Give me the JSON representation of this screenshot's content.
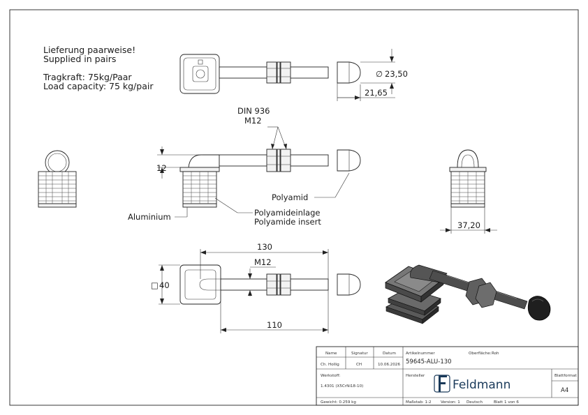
{
  "notes": {
    "line1": "Lieferung paarweise!",
    "line2": "Supplied in pairs",
    "line3": "Tragkraft: 75kg/Paar",
    "line4": "Load capacity: 75 kg/pair"
  },
  "dimensions": {
    "diameter": "23,50",
    "cap_length": "21,65",
    "nut_standard": "DIN 936",
    "nut_thread_top": "M12",
    "height_12": "12",
    "width_37": "37,20",
    "length_130": "130",
    "thread_m12": "M12",
    "square_40": "40",
    "length_110": "110"
  },
  "labels": {
    "polyamid": "Polyamid",
    "aluminium": "Aluminium",
    "insert_de": "Polyamideinlage",
    "insert_en": "Polyamide insert"
  },
  "title_block": {
    "h_name": "Name",
    "h_signatur": "Signatur",
    "h_datum": "Datum",
    "name": "Ch. Hollig",
    "signatur": "CH",
    "datum": "10.06.2026",
    "artikel_label": "Artikelnummer",
    "artikel": "59645-ALU-130",
    "oberflaeche_label": "Oberfläche:",
    "oberflaeche": "Roh",
    "werkstoff_label": "Werkstoff:",
    "werkstoff": "1.4301 (X5CrNi18-10)",
    "hersteller_label": "Hersteller",
    "brand": "Feldmann",
    "blattformat_label": "Blattformat",
    "blattformat": "A4",
    "gewicht": "Gewicht: 0.259 kg",
    "massstab": "Maßstab: 1:2",
    "version": "Version: 1",
    "sprache": "Deutsch",
    "blatt": "Blatt 1 von 6"
  }
}
